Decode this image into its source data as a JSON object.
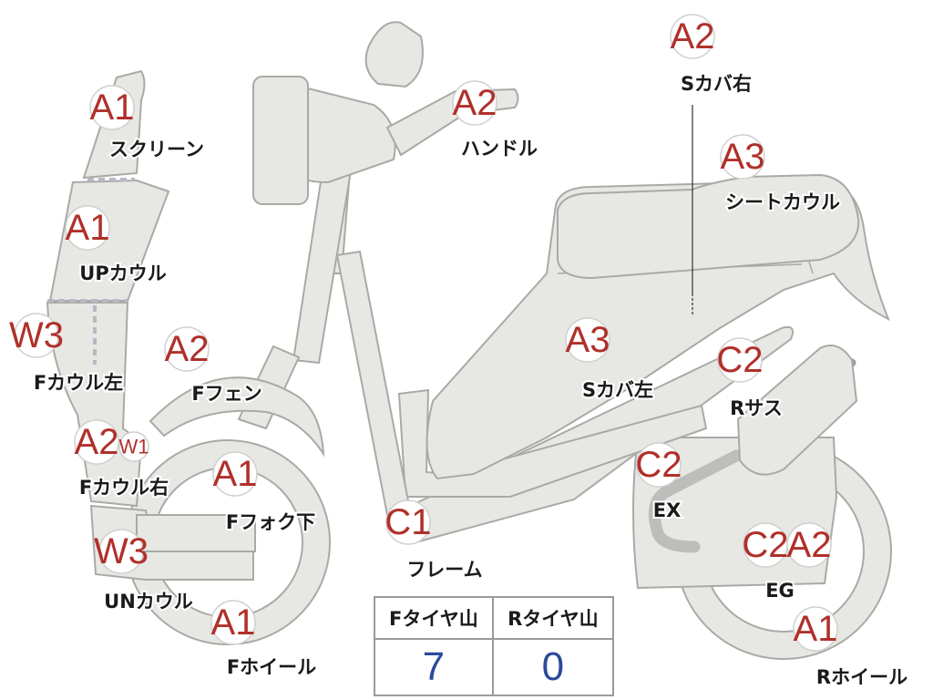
{
  "parts": [
    {
      "id": "screen",
      "grade": "A1",
      "label": "スクリーン"
    },
    {
      "id": "up-cowl",
      "grade": "A1",
      "label": "UPカウル"
    },
    {
      "id": "f-cowl-left",
      "grade": "W3",
      "label": "Fカウル左"
    },
    {
      "id": "f-cowl-right",
      "grade": "A2",
      "label": "Fカウル右"
    },
    {
      "id": "f-cowl-right-extra",
      "grade": "W1",
      "label": ""
    },
    {
      "id": "un-cowl",
      "grade": "W3",
      "label": "UNカウル"
    },
    {
      "id": "f-fender",
      "grade": "A2",
      "label": "Fフェン"
    },
    {
      "id": "f-fork-lower",
      "grade": "A1",
      "label": "Fフォク下"
    },
    {
      "id": "f-wheel",
      "grade": "A1",
      "label": "Fホイール"
    },
    {
      "id": "handle",
      "grade": "A2",
      "label": "ハンドル"
    },
    {
      "id": "frame",
      "grade": "C1",
      "label": "フレーム"
    },
    {
      "id": "s-cover-right",
      "grade": "A2",
      "label": "Sカバ右"
    },
    {
      "id": "seat-cowl",
      "grade": "A3",
      "label": "シートカウル"
    },
    {
      "id": "s-cover-left",
      "grade": "A3",
      "label": "Sカバ左"
    },
    {
      "id": "r-sus",
      "grade": "C2",
      "label": "Rサス"
    },
    {
      "id": "ex",
      "grade": "C2",
      "label": "EX"
    },
    {
      "id": "eg",
      "grade": "C2",
      "label": "EG"
    },
    {
      "id": "eg-extra",
      "grade": "A2",
      "label": ""
    },
    {
      "id": "r-wheel",
      "grade": "A1",
      "label": "Rホイール"
    }
  ],
  "tread_table": {
    "front_header": "Fタイヤ山",
    "rear_header": "Rタイヤ山",
    "front_value": "7",
    "rear_value": "0"
  },
  "colors": {
    "grade_text": "#b0302a",
    "body_fill": "#e7e7e3",
    "outline": "#a9a9a6",
    "tread_value": "#2a4a9a"
  }
}
